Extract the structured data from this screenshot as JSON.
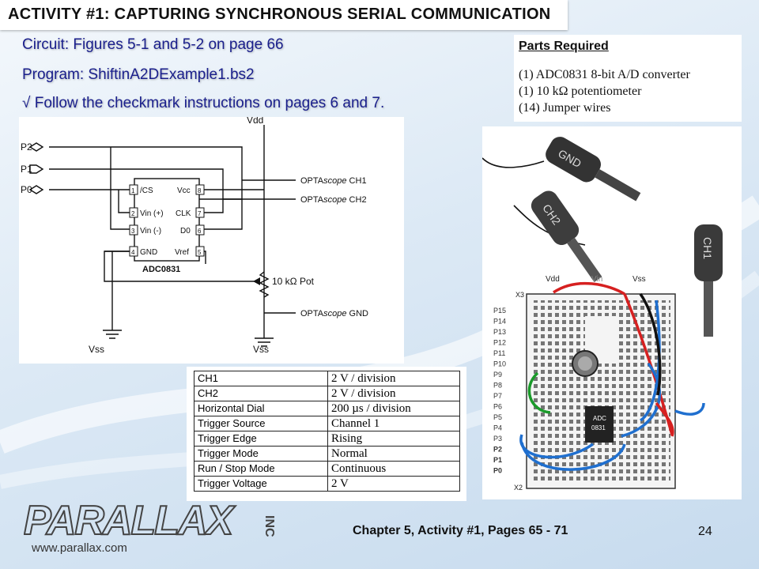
{
  "title": "ACTIVITY #1: CAPTURING SYNCHRONOUS SERIAL COMMUNICATION",
  "lines": {
    "circuit": "Circuit: Figures 5-1 and 5-2 on page 66",
    "program": "Program: ShiftinA2DExample1.bs2",
    "checkmark": "√ Follow the checkmark instructions on pages 6 and 7."
  },
  "parts": {
    "heading": "Parts Required",
    "items": [
      "(1)  ADC0831 8-bit A/D converter",
      "(1)  10 kΩ potentiometer",
      "(14) Jumper wires"
    ]
  },
  "schematic": {
    "vdd": "Vdd",
    "vss_left": "Vss",
    "vss_right": "Vss",
    "p2": "P2",
    "p1": "P1",
    "p0": "P0",
    "pin_cs": "/CS",
    "pin_vinp": "Vin (+)",
    "pin_vinm": "Vin (-)",
    "pin_gnd": "GND",
    "pin_vcc": "Vcc",
    "pin_clk": "CLK",
    "pin_d0": "D0",
    "pin_vref": "Vref",
    "n1": "1",
    "n2": "2",
    "n3": "3",
    "n4": "4",
    "n5": "5",
    "n6": "6",
    "n7": "7",
    "n8": "8",
    "chip": "ADC0831",
    "pot": "10 kΩ Pot",
    "ch1_a": "OPTA",
    "ch1_b": "scope",
    "ch1_c": " CH1",
    "ch2_a": "OPTA",
    "ch2_b": "scope",
    "ch2_c": " CH2",
    "gnd_a": "OPTA",
    "gnd_b": "scope",
    "gnd_c": " GND"
  },
  "breadboard": {
    "probe_gnd": "GND",
    "probe_ch2": "CH2",
    "probe_ch1": "CH1",
    "vdd": "Vdd",
    "vin": "Vin",
    "vss": "Vss",
    "x3": "X3",
    "x2": "X2",
    "chip_a": "ADC",
    "chip_b": "0831",
    "pins": [
      "P15",
      "P14",
      "P13",
      "P12",
      "P11",
      "P10",
      "P9",
      "P8",
      "P7",
      "P6",
      "P5",
      "P4",
      "P3",
      "P2",
      "P1",
      "P0"
    ]
  },
  "settings": [
    {
      "key": "CH1",
      "value": "2 V / division"
    },
    {
      "key": "CH2",
      "value": "2 V / division"
    },
    {
      "key": "Horizontal Dial",
      "value": "200 µs / division"
    },
    {
      "key": "Trigger Source",
      "value": "Channel 1"
    },
    {
      "key": "Trigger Edge",
      "value": "Rising"
    },
    {
      "key": "Trigger Mode",
      "value": "Normal"
    },
    {
      "key": "Run / Stop Mode",
      "value": "Continuous"
    },
    {
      "key": "Trigger Voltage",
      "value": "2 V"
    }
  ],
  "logo": {
    "brand": "PARALLAX",
    "suffix": "INC",
    "url": "www.parallax.com"
  },
  "footer": "Chapter 5, Activity #1, Pages 65 - 71",
  "page_number": "24"
}
